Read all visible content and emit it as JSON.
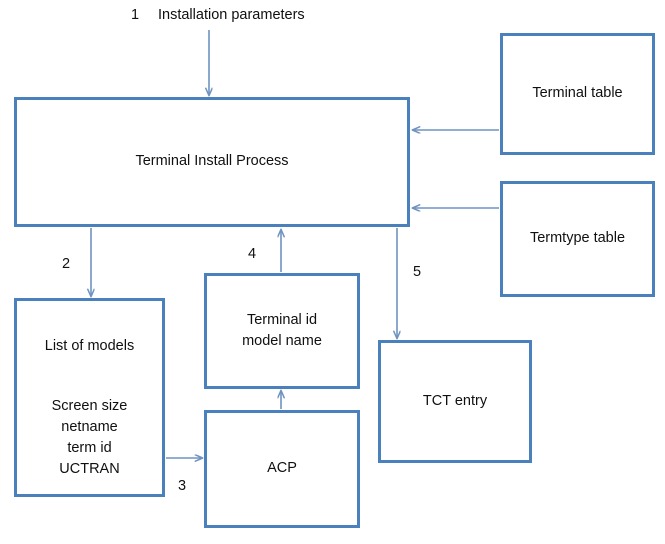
{
  "diagram": {
    "title": "Terminal Install Process flow",
    "background_color": "#ffffff",
    "box_border_color": "#4a81bd",
    "connector_color": "#6f93c0",
    "text_color": "#101010",
    "nodes": [
      {
        "id": "process",
        "label": "Terminal Install Process"
      },
      {
        "id": "terminal_table",
        "label": "Terminal table"
      },
      {
        "id": "termtype_table",
        "label": "Termtype table"
      },
      {
        "id": "list_models",
        "label_top": "List of models",
        "label_body": "Screen size\nnetname\nterm id\nUCTRAN"
      },
      {
        "id": "terminal_id",
        "label": "Terminal id\nmodel name"
      },
      {
        "id": "acp",
        "label": "ACP"
      },
      {
        "id": "tct_entry",
        "label": "TCT entry"
      }
    ],
    "labels": {
      "step1_number": "1",
      "step1_text": "Installation parameters",
      "step2_number": "2",
      "step3_number": "3",
      "step4_number": "4",
      "step5_number": "5"
    },
    "connectors": [
      {
        "id": "c1",
        "from": "installation-parameters",
        "to": "process",
        "step": "1",
        "direction": "down"
      },
      {
        "id": "c2",
        "from": "process",
        "to": "list_models",
        "step": "2",
        "direction": "down"
      },
      {
        "id": "c3",
        "from": "list_models",
        "to": "acp",
        "step": "3",
        "direction": "right"
      },
      {
        "id": "c4",
        "from": "terminal_id",
        "to": "process",
        "step": "4",
        "direction": "up"
      },
      {
        "id": "c5",
        "from": "process",
        "to": "tct_entry",
        "step": "5",
        "direction": "down"
      },
      {
        "id": "c6",
        "from": "acp",
        "to": "terminal_id",
        "step": "",
        "direction": "up"
      },
      {
        "id": "c7",
        "from": "terminal_table",
        "to": "process",
        "step": "",
        "direction": "left"
      },
      {
        "id": "c8",
        "from": "termtype_table",
        "to": "process",
        "step": "",
        "direction": "left"
      }
    ]
  }
}
